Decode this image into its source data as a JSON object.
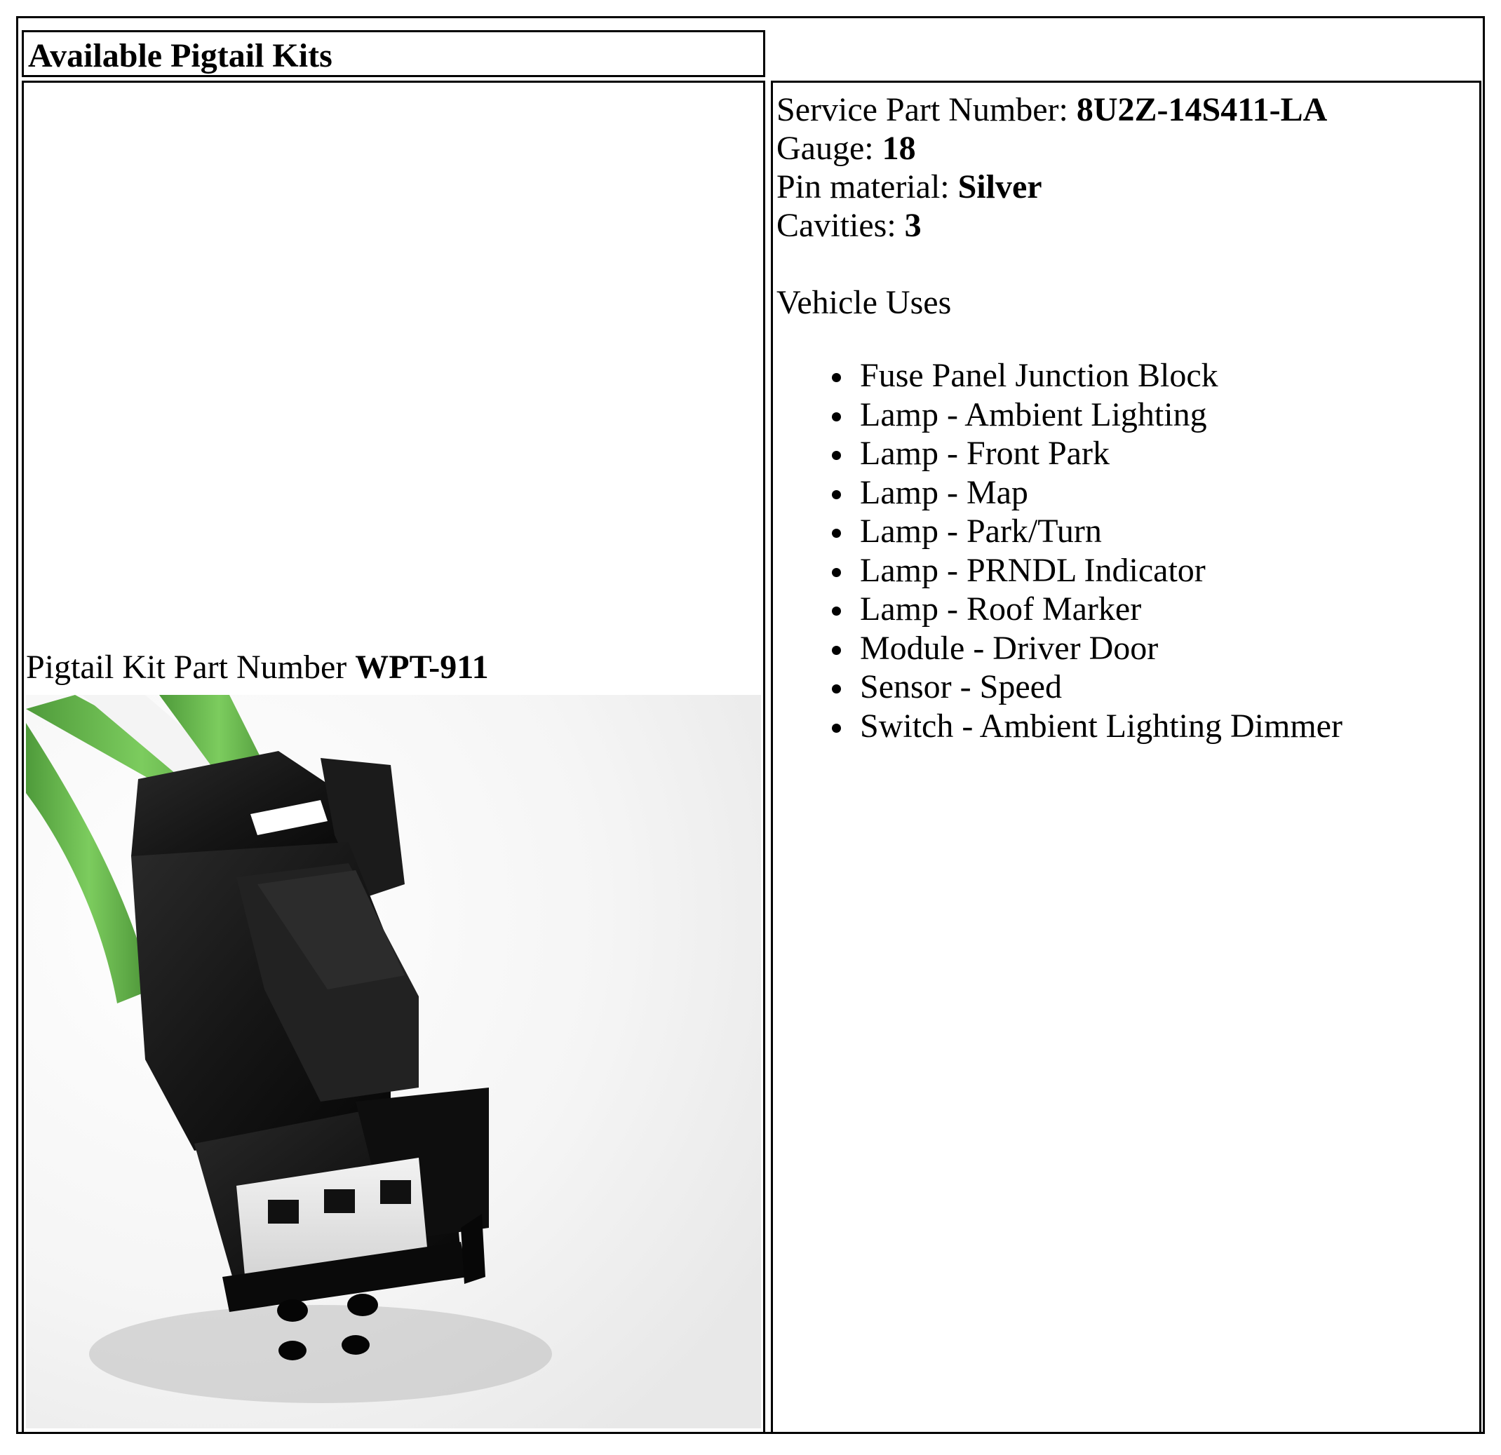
{
  "header": {
    "title": "Available Pigtail Kits"
  },
  "kit": {
    "label": "Pigtail Kit Part Number ",
    "part_number": "WPT-911",
    "image_icon": "connector-photo",
    "wire_color": "#6bbf4e"
  },
  "specs": {
    "service_part_label": "Service Part Number: ",
    "service_part_value": "8U2Z-14S411-LA",
    "gauge_label": "Gauge: ",
    "gauge_value": "18",
    "pin_material_label": "Pin material: ",
    "pin_material_value": "Silver",
    "cavities_label": "Cavities: ",
    "cavities_value": "3"
  },
  "vehicle_uses": {
    "heading": "Vehicle Uses",
    "items": [
      "Fuse Panel Junction Block",
      "Lamp - Ambient Lighting",
      "Lamp - Front Park",
      "Lamp - Map",
      "Lamp - Park/Turn",
      "Lamp - PRNDL Indicator",
      "Lamp - Roof Marker",
      "Module - Driver Door",
      "Sensor - Speed",
      "Switch - Ambient Lighting Dimmer"
    ]
  }
}
